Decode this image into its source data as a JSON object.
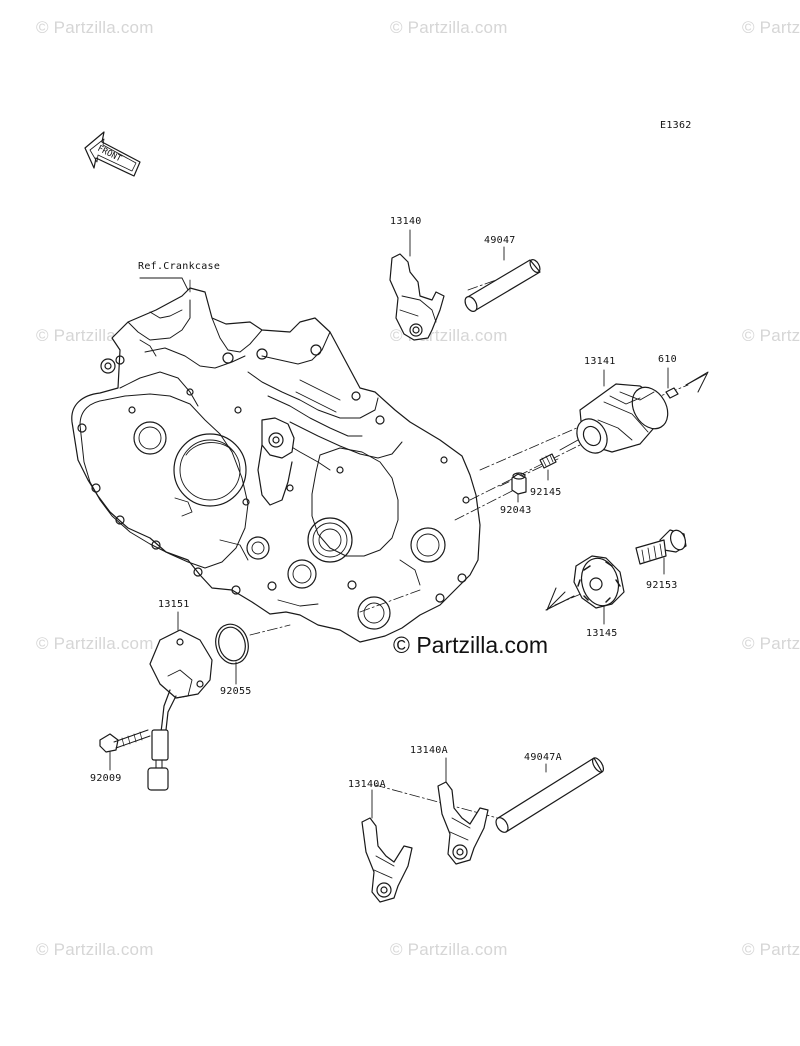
{
  "diagram": {
    "code": "E1362",
    "front_label": "FRONT",
    "ref_label": "Ref.Crankcase",
    "brand": "© Partzilla.com",
    "watermark": "© Partzilla.com",
    "parts": {
      "p13140": "13140",
      "p49047": "49047",
      "p13141": "13141",
      "p610": "610",
      "p92145": "92145",
      "p92043": "92043",
      "p92153": "92153",
      "p13145": "13145",
      "p13151": "13151",
      "p92055": "92055",
      "p92009": "92009",
      "p13140A_1": "13140A",
      "p13140A_2": "13140A",
      "p49047A": "49047A"
    }
  }
}
